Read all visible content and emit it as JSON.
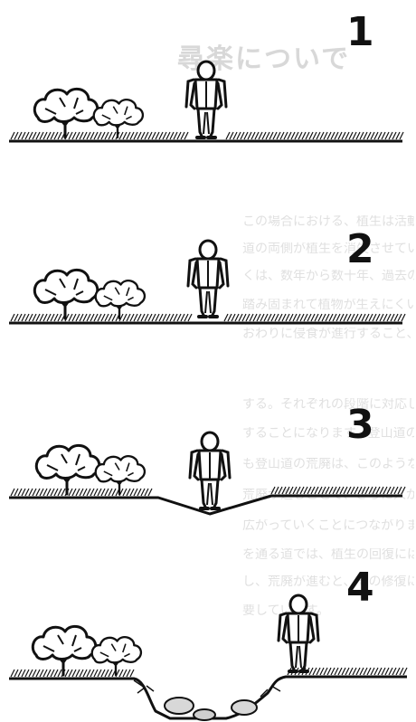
{
  "background_text": {
    "title": "尋楽についで",
    "subtitle": "",
    "lines": [
      "この場合における、植生は活動にしたがって",
      "道の両側が植生を消失させていく。このような",
      "くは、数年から数十年、過去の積み重ねたもの",
      "踏み固まれて植物が生えにくい状態がつづき",
      "おわりに侵食が進行すること、雨水を集めた",
      "する。それぞれの段階に対応した状況が見られ",
      "することになります。登山道の荒廃は",
      "も登山道の荒廃は、このような過程を経て",
      "荒廃が進むことで、さらに人が歩く場所が",
      "広がっていくことにつながります。このように",
      "を通る道では、植生の回復にはかなりの時間が",
      "し、荒廃が進むと、その修復には多大な",
      "要しています。"
    ]
  },
  "panels": [
    {
      "number": "1",
      "stage": "vegetation-intact"
    },
    {
      "number": "2",
      "stage": "vegetation-worn"
    },
    {
      "number": "3",
      "stage": "trail-depression"
    },
    {
      "number": "4",
      "stage": "gully-erosion"
    }
  ],
  "colors": {
    "ink": "#111111",
    "paper": "#ffffff",
    "ghost_text": "#e0e0e0"
  }
}
